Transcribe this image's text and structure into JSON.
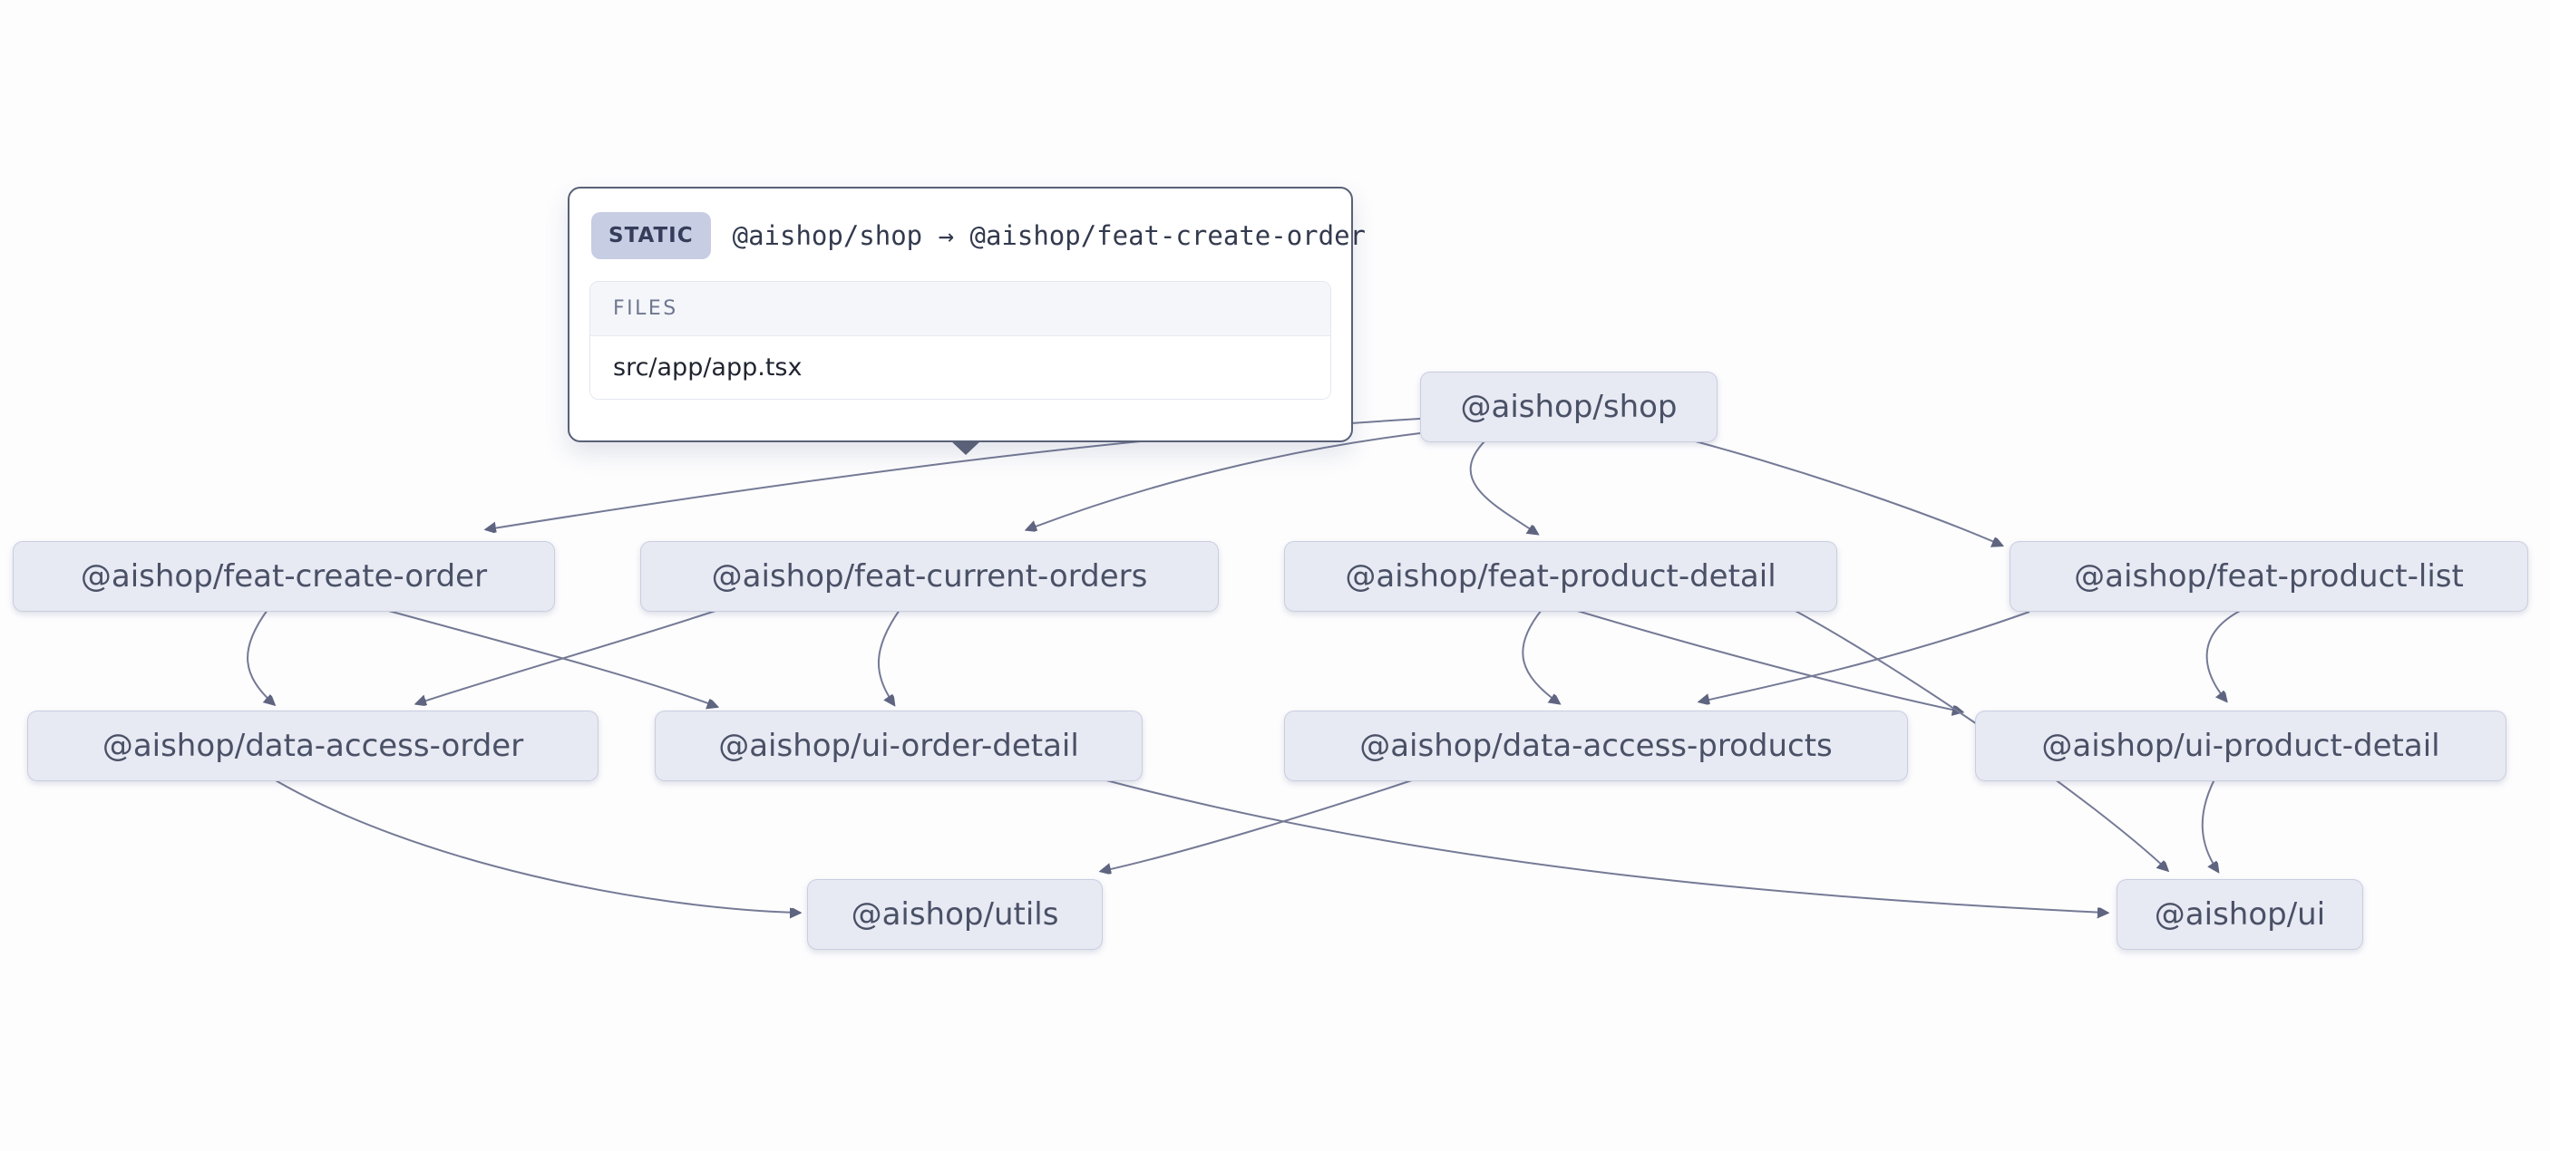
{
  "app": {
    "type": "project-dependency-graph",
    "background": "#fdfdfe"
  },
  "colors": {
    "node_fill": "#e7e9f3",
    "node_text": "#4a5166",
    "edge_stroke": "#757a95",
    "arrowhead": "#5f6580",
    "tooltip_border": "#596078",
    "badge_bg": "#c7cde3",
    "badge_text": "#363d5a",
    "files_header_bg": "#f5f6fa"
  },
  "tooltip": {
    "badge": "STATIC",
    "title": "@aishop/shop → @aishop/feat-create-order",
    "files_label": "FILES",
    "files": [
      "src/app/app.tsx"
    ]
  },
  "graph": {
    "nodes": [
      {
        "id": "shop",
        "label": "@aishop/shop"
      },
      {
        "id": "feat-create-order",
        "label": "@aishop/feat-create-order"
      },
      {
        "id": "feat-current-orders",
        "label": "@aishop/feat-current-orders"
      },
      {
        "id": "feat-product-detail",
        "label": "@aishop/feat-product-detail"
      },
      {
        "id": "feat-product-list",
        "label": "@aishop/feat-product-list"
      },
      {
        "id": "data-access-order",
        "label": "@aishop/data-access-order"
      },
      {
        "id": "ui-order-detail",
        "label": "@aishop/ui-order-detail"
      },
      {
        "id": "data-access-products",
        "label": "@aishop/data-access-products"
      },
      {
        "id": "ui-product-detail",
        "label": "@aishop/ui-product-detail"
      },
      {
        "id": "utils",
        "label": "@aishop/utils"
      },
      {
        "id": "ui",
        "label": "@aishop/ui"
      }
    ],
    "edges": [
      {
        "source": "@aishop/shop",
        "target": "@aishop/feat-create-order",
        "type": "static"
      },
      {
        "source": "@aishop/shop",
        "target": "@aishop/feat-current-orders",
        "type": "static"
      },
      {
        "source": "@aishop/shop",
        "target": "@aishop/feat-product-detail",
        "type": "static"
      },
      {
        "source": "@aishop/shop",
        "target": "@aishop/feat-product-list",
        "type": "static"
      },
      {
        "source": "@aishop/feat-create-order",
        "target": "@aishop/data-access-order",
        "type": "static"
      },
      {
        "source": "@aishop/feat-create-order",
        "target": "@aishop/ui-order-detail",
        "type": "static"
      },
      {
        "source": "@aishop/feat-current-orders",
        "target": "@aishop/data-access-order",
        "type": "static"
      },
      {
        "source": "@aishop/feat-current-orders",
        "target": "@aishop/ui-order-detail",
        "type": "static"
      },
      {
        "source": "@aishop/feat-product-detail",
        "target": "@aishop/data-access-products",
        "type": "static"
      },
      {
        "source": "@aishop/feat-product-detail",
        "target": "@aishop/ui-product-detail",
        "type": "static"
      },
      {
        "source": "@aishop/feat-product-detail",
        "target": "@aishop/ui",
        "type": "static"
      },
      {
        "source": "@aishop/feat-product-list",
        "target": "@aishop/data-access-products",
        "type": "static"
      },
      {
        "source": "@aishop/feat-product-list",
        "target": "@aishop/ui-product-detail",
        "type": "static"
      },
      {
        "source": "@aishop/data-access-order",
        "target": "@aishop/utils",
        "type": "static"
      },
      {
        "source": "@aishop/data-access-products",
        "target": "@aishop/utils",
        "type": "static"
      },
      {
        "source": "@aishop/ui-order-detail",
        "target": "@aishop/ui",
        "type": "static"
      },
      {
        "source": "@aishop/ui-product-detail",
        "target": "@aishop/ui",
        "type": "static"
      }
    ]
  }
}
